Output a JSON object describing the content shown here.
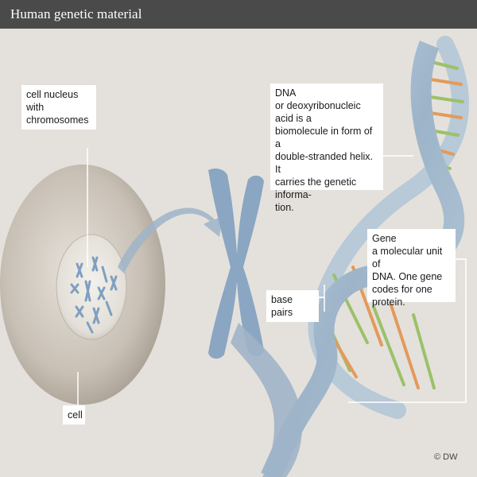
{
  "header": {
    "title": "Human genetic material"
  },
  "labels": {
    "nucleus": {
      "line1": "cell nucleus with",
      "line2": "chromosomes"
    },
    "dna": {
      "heading": "DNA",
      "line1": "or deoxyribonucleic acid is a",
      "line2": "biomolecule in form of a",
      "line3": "double-stranded helix. It",
      "line4": "carries the genetic informa-",
      "line5": "tion."
    },
    "gene": {
      "heading": "Gene",
      "line1": "a molecular unit of",
      "line2": "DNA. One gene",
      "line3": "codes for one protein."
    },
    "base_pairs": "base pairs",
    "cell": "cell"
  },
  "credit": "© DW",
  "colors": {
    "header": "#4a4a4a",
    "background": "#e4e1dc",
    "cell": "#c9c2b8",
    "nucleus": "#ece9e4",
    "chromosome": "#8aa6c2",
    "dna_strand": "#a9c0d4",
    "base_green": "#9bc16a",
    "base_orange": "#e39a5c"
  }
}
